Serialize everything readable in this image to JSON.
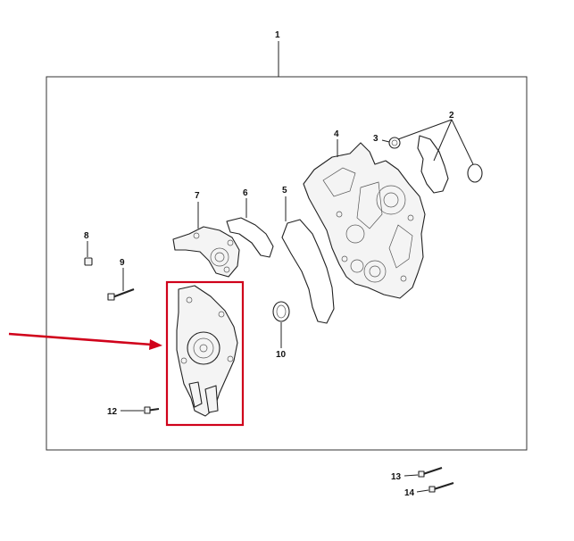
{
  "diagram": {
    "callouts": [
      {
        "id": "1",
        "label": "1"
      },
      {
        "id": "2",
        "label": "2"
      },
      {
        "id": "3",
        "label": "3"
      },
      {
        "id": "4",
        "label": "4"
      },
      {
        "id": "5",
        "label": "5"
      },
      {
        "id": "6",
        "label": "6"
      },
      {
        "id": "7",
        "label": "7"
      },
      {
        "id": "8",
        "label": "8"
      },
      {
        "id": "9",
        "label": "9"
      },
      {
        "id": "10",
        "label": "10"
      },
      {
        "id": "12",
        "label": "12"
      },
      {
        "id": "13",
        "label": "13"
      },
      {
        "id": "14",
        "label": "14"
      }
    ],
    "highlight_color": "#d0021b",
    "line_color": "#222222"
  }
}
